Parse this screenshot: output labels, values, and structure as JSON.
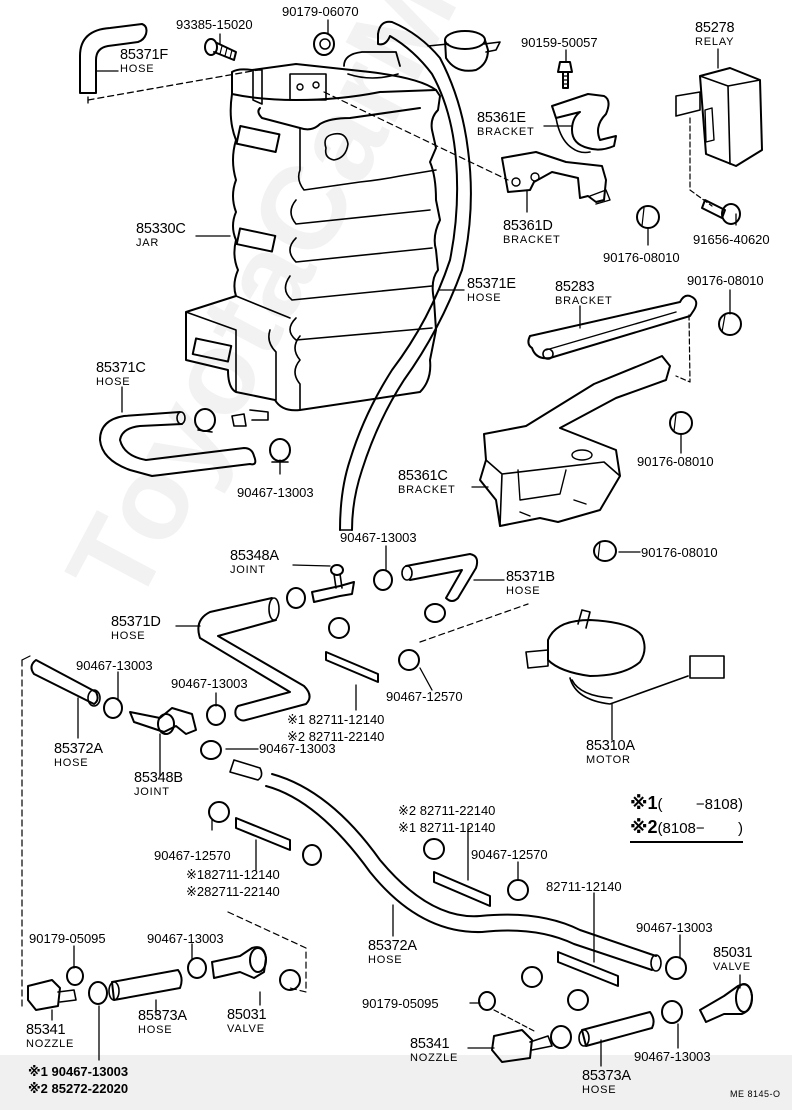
{
  "diagram": {
    "watermark": "ToyotaCarMine.ru",
    "drawing_code": "ME  8145-O",
    "legend": [
      {
        "mark": "※1",
        "range": "(        −8108)"
      },
      {
        "mark": "※2",
        "range": "(8108−        )"
      }
    ],
    "parts": [
      {
        "id": "p1",
        "number": "85371F",
        "name": "HOSE"
      },
      {
        "id": "p2",
        "number": "93385-15020",
        "name": ""
      },
      {
        "id": "p3",
        "number": "90179-06070",
        "name": ""
      },
      {
        "id": "p4",
        "number": "90159-50057",
        "name": ""
      },
      {
        "id": "p5",
        "number": "85278",
        "name": "RELAY"
      },
      {
        "id": "p6",
        "number": "85361E",
        "name": "BRACKET"
      },
      {
        "id": "p7",
        "number": "85330C",
        "name": "JAR"
      },
      {
        "id": "p8",
        "number": "85361D",
        "name": "BRACKET"
      },
      {
        "id": "p9",
        "number": "91656-40620",
        "name": ""
      },
      {
        "id": "p10",
        "number": "90176-08010",
        "name": ""
      },
      {
        "id": "p11",
        "number": "90176-08010",
        "name": ""
      },
      {
        "id": "p12",
        "number": "85371E",
        "name": "HOSE"
      },
      {
        "id": "p13",
        "number": "85283",
        "name": "BRACKET"
      },
      {
        "id": "p14",
        "number": "85371C",
        "name": "HOSE"
      },
      {
        "id": "p15",
        "number": "90176-08010",
        "name": ""
      },
      {
        "id": "p16",
        "number": "90467-13003",
        "name": ""
      },
      {
        "id": "p17",
        "number": "85361C",
        "name": "BRACKET"
      },
      {
        "id": "p18",
        "number": "90176-08010",
        "name": ""
      },
      {
        "id": "p19",
        "number": "90467-13003",
        "name": ""
      },
      {
        "id": "p20",
        "number": "85348A",
        "name": "JOINT"
      },
      {
        "id": "p21",
        "number": "85371B",
        "name": "HOSE"
      },
      {
        "id": "p22",
        "number": "85371D",
        "name": "HOSE"
      },
      {
        "id": "p23",
        "number": "90467-13003",
        "name": ""
      },
      {
        "id": "p24",
        "number": "90467-13003",
        "name": ""
      },
      {
        "id": "p25",
        "number": "90467-12570",
        "name": ""
      },
      {
        "id": "p26",
        "number": "85372A",
        "name": "HOSE"
      },
      {
        "id": "p27",
        "number": "90467-13003",
        "name": ""
      },
      {
        "id": "p28",
        "number": "85348B",
        "name": "JOINT"
      },
      {
        "id": "p29",
        "number": "85310A",
        "name": "MOTOR"
      },
      {
        "id": "p30",
        "number": "90467-12570",
        "name": ""
      },
      {
        "id": "p31",
        "number": "90467-12570",
        "name": ""
      },
      {
        "id": "p32",
        "number": "82711-12140",
        "name": ""
      },
      {
        "id": "p33",
        "number": "90179-05095",
        "name": ""
      },
      {
        "id": "p34",
        "number": "90467-13003",
        "name": ""
      },
      {
        "id": "p35",
        "number": "85372A",
        "name": "HOSE"
      },
      {
        "id": "p36",
        "number": "90467-13003",
        "name": ""
      },
      {
        "id": "p37",
        "number": "85031",
        "name": "VALVE"
      },
      {
        "id": "p38",
        "number": "85341",
        "name": "NOZZLE"
      },
      {
        "id": "p39",
        "number": "85373A",
        "name": "HOSE"
      },
      {
        "id": "p40",
        "number": "85031",
        "name": "VALVE"
      },
      {
        "id": "p41",
        "number": "90179-05095",
        "name": ""
      },
      {
        "id": "p42",
        "number": "90467-13003",
        "name": ""
      },
      {
        "id": "p43",
        "number": "85341",
        "name": "NOZZLE"
      },
      {
        "id": "p44",
        "number": "85373A",
        "name": "HOSE"
      }
    ],
    "variant_labels": [
      {
        "id": "v1",
        "lines": [
          {
            "mark": "※1",
            "number": "82711-12140"
          },
          {
            "mark": "※2",
            "number": "82711-22140"
          }
        ]
      },
      {
        "id": "v2",
        "lines": [
          {
            "mark": "※1",
            "number": "82711-12140"
          },
          {
            "mark": "※2",
            "number": "82711-22140"
          }
        ]
      },
      {
        "id": "v3",
        "lines": [
          {
            "mark": "※2",
            "number": "82711-22140"
          },
          {
            "mark": "※1",
            "number": "82711-12140"
          }
        ]
      },
      {
        "id": "v4",
        "lines": [
          {
            "mark": "※1",
            "number": "90467-13003"
          },
          {
            "mark": "※2",
            "number": "85272-22020"
          }
        ]
      }
    ]
  }
}
